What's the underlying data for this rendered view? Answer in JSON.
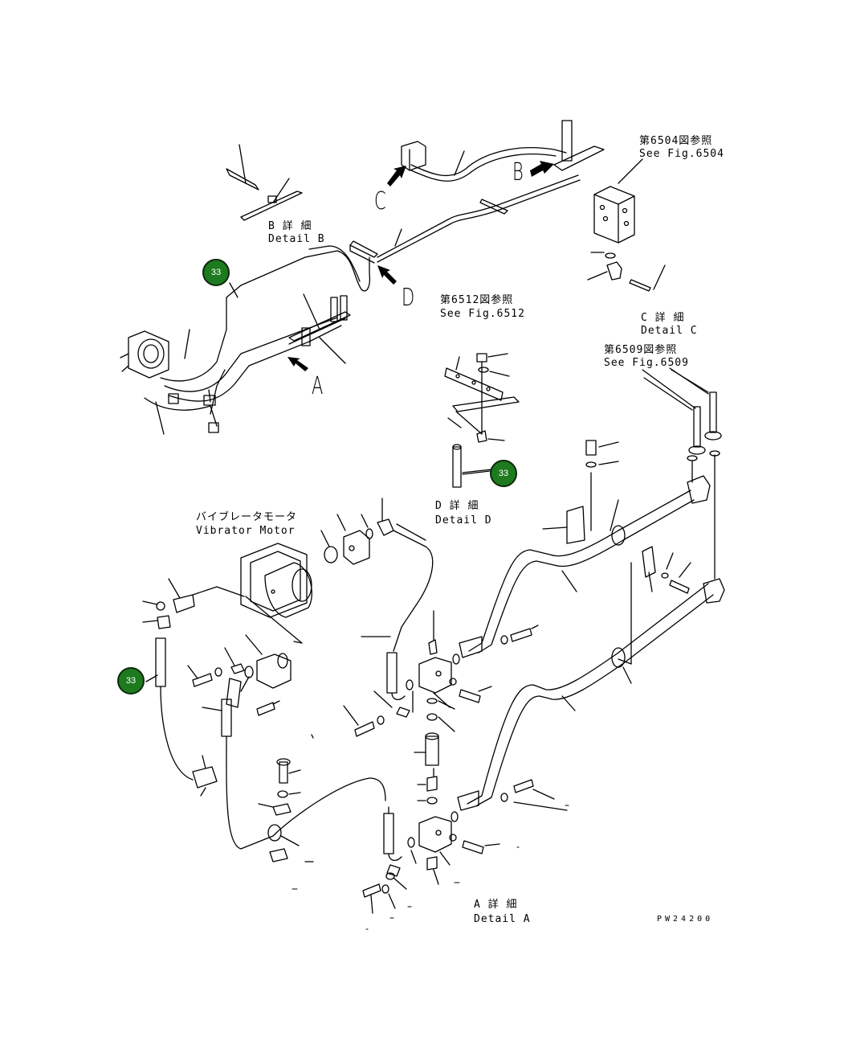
{
  "labels": {
    "detail_b_jp": "B 詳 細",
    "detail_b_en": "Detail B",
    "see_6504_jp": "第6504図参照",
    "see_6504_en": "See Fig.6504",
    "detail_c_jp": "C 詳 細",
    "detail_c_en": "Detail C",
    "see_6512_jp": "第6512図参照",
    "see_6512_en": "See Fig.6512",
    "see_6509_jp": "第6509図参照",
    "see_6509_en": "See Fig.6509",
    "detail_d_jp": "D 詳 細",
    "detail_d_en": "Detail D",
    "vibrator_jp": "バイブレータモータ",
    "vibrator_en": "Vibrator Motor",
    "detail_a_jp": "A 詳 細",
    "detail_a_en": "Detail A",
    "drawing_code": "PW24200"
  },
  "view_letters": {
    "a": "A",
    "b": "B",
    "c": "C",
    "d": "D"
  },
  "callouts": [
    {
      "number": "33",
      "color": "#1e7a1e"
    },
    {
      "number": "33",
      "color": "#1e7a1e"
    },
    {
      "number": "33",
      "color": "#1e7a1e"
    }
  ]
}
